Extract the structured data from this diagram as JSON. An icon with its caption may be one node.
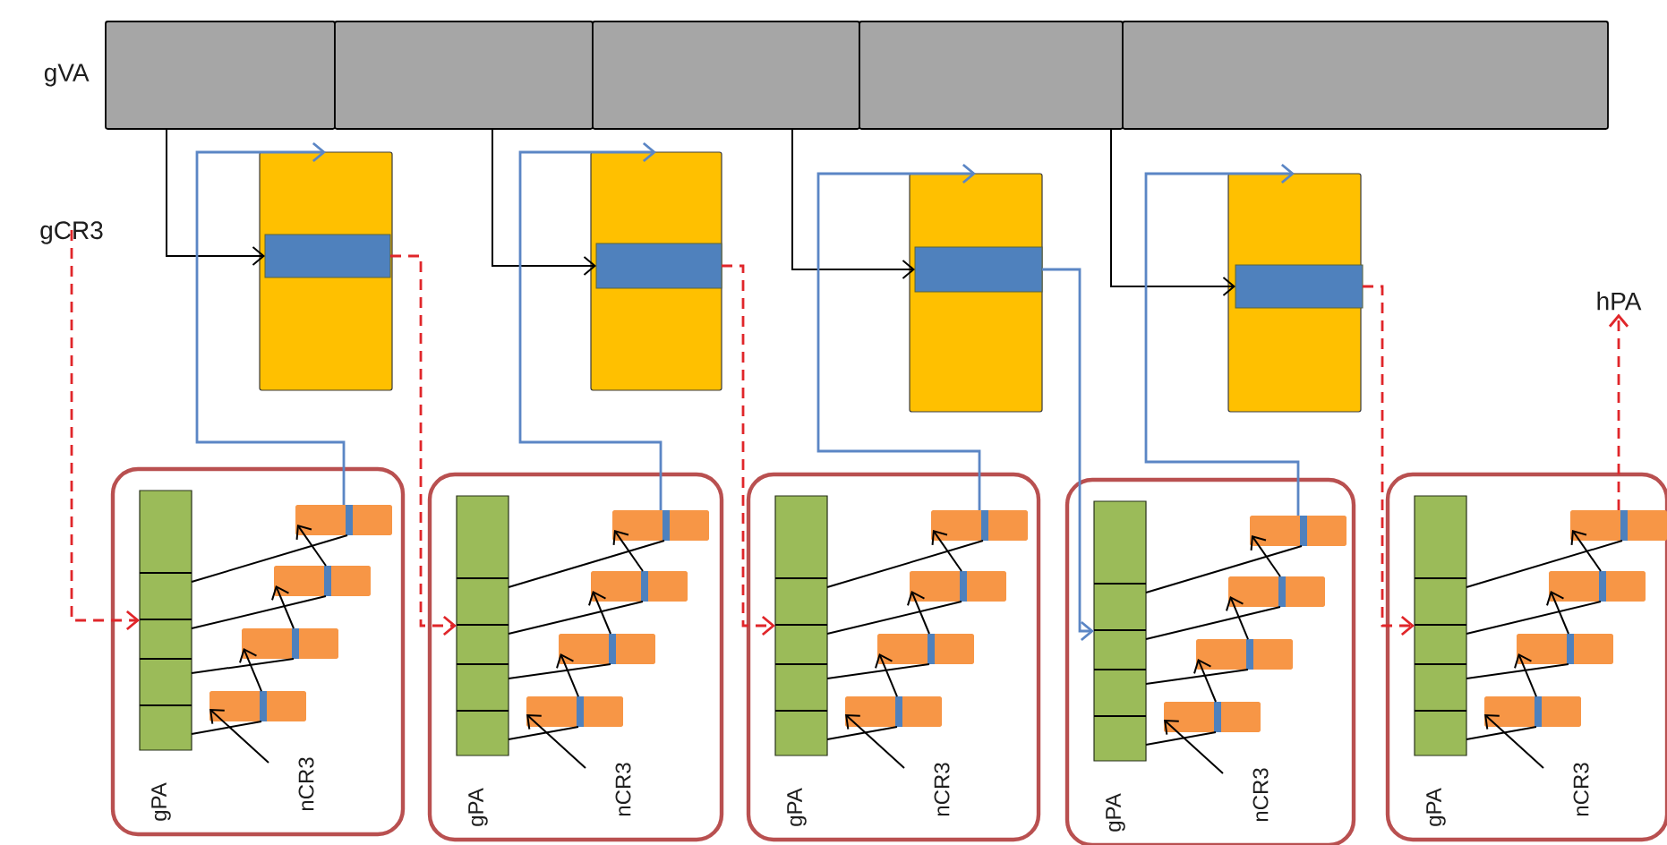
{
  "diagram": {
    "nodes": [
      {
        "text": [],
        "shape": "box",
        "beside": [
          "gVA"
        ]
      },
      {
        "text": [],
        "shape": "box"
      },
      {
        "text": [],
        "shape": "box"
      },
      {
        "text": [],
        "shape": "box"
      },
      {
        "text": [],
        "shape": "box"
      },
      {
        "text": [
          "gCR3"
        ]
      },
      {
        "text": [],
        "shape": "box"
      },
      {
        "text": [],
        "shape": "bar",
        "in": 6
      },
      {
        "text": [],
        "shape": "box"
      },
      {
        "text": [],
        "shape": "bar",
        "in": 8
      },
      {
        "text": [],
        "shape": "box"
      },
      {
        "text": [],
        "shape": "bar",
        "in": 10
      },
      {
        "text": [],
        "shape": "box"
      },
      {
        "text": [],
        "shape": "bar",
        "in": 12
      },
      {
        "text": [
          "hPA"
        ]
      },
      {
        "text": [
          "gPA",
          "nCR3"
        ]
      },
      {
        "text": [],
        "shape": "bar",
        "in": 15
      },
      {
        "text": [],
        "shape": "box",
        "in": 15
      },
      {
        "text": [],
        "shape": "box",
        "in": 15
      },
      {
        "text": [],
        "shape": "box",
        "in": 15
      },
      {
        "text": [],
        "shape": "box",
        "in": 15
      },
      {
        "text": [
          "gPA",
          "nCR3"
        ]
      },
      {
        "text": [],
        "shape": "bar",
        "in": 21
      },
      {
        "text": [],
        "shape": "box",
        "in": 21
      },
      {
        "text": [],
        "shape": "box",
        "in": 21
      },
      {
        "text": [],
        "shape": "box",
        "in": 21
      },
      {
        "text": [],
        "shape": "box",
        "in": 21
      },
      {
        "text": [
          "gPA",
          "nCR3"
        ]
      },
      {
        "text": [],
        "shape": "bar",
        "in": 27
      },
      {
        "text": [],
        "shape": "box",
        "in": 27
      },
      {
        "text": [],
        "shape": "box",
        "in": 27
      },
      {
        "text": [],
        "shape": "box",
        "in": 27
      },
      {
        "text": [],
        "shape": "box",
        "in": 27
      },
      {
        "text": [
          "gPA",
          "nCR3"
        ]
      },
      {
        "text": [],
        "shape": "bar",
        "in": 33
      },
      {
        "text": [],
        "shape": "box",
        "in": 33
      },
      {
        "text": [],
        "shape": "box",
        "in": 33
      },
      {
        "text": [],
        "shape": "box",
        "in": 33
      },
      {
        "text": [],
        "shape": "box",
        "in": 33
      },
      {
        "text": [
          "gPA",
          "nCR3"
        ]
      },
      {
        "text": [],
        "shape": "bar",
        "in": 39
      },
      {
        "text": [],
        "shape": "box",
        "in": 39
      },
      {
        "text": [],
        "shape": "box",
        "in": 39
      },
      {
        "text": [],
        "shape": "box",
        "in": 39
      },
      {
        "text": [],
        "shape": "box",
        "in": 39
      }
    ],
    "edges": [
      {
        "from": 0,
        "to": 7,
        "arrow": "to",
        "color": "#000000"
      },
      {
        "from": 1,
        "to": 9,
        "arrow": "to",
        "color": "#000000"
      },
      {
        "from": 2,
        "to": 11,
        "arrow": "to",
        "color": "#000000"
      },
      {
        "from": 3,
        "to": 13,
        "arrow": "to",
        "color": "#000000"
      },
      {
        "from": 17,
        "to": 6,
        "arrow": "to",
        "color": "#5b86c5"
      },
      {
        "from": 23,
        "to": 8,
        "arrow": "to",
        "color": "#5b86c5"
      },
      {
        "from": 29,
        "to": 10,
        "arrow": "to",
        "color": "#5b86c5"
      },
      {
        "from": 35,
        "to": 12,
        "arrow": "to",
        "color": "#5b86c5"
      },
      {
        "from": 11,
        "to": 34,
        "arrow": "to",
        "color": "#5b86c5"
      },
      {
        "from": 5,
        "to": 16,
        "arrow": "to",
        "style": "dashed",
        "color": "#e0262a"
      },
      {
        "from": 7,
        "to": 22,
        "arrow": "to",
        "style": "dashed",
        "color": "#e0262a"
      },
      {
        "from": 9,
        "to": 28,
        "arrow": "to",
        "style": "dashed",
        "color": "#e0262a"
      },
      {
        "from": 13,
        "to": 40,
        "arrow": "to",
        "style": "dashed",
        "color": "#e0262a"
      },
      {
        "from": 41,
        "to": 14,
        "arrow": "to",
        "style": "dashed",
        "color": "#e0262a"
      },
      {
        "from": 16,
        "to": 17,
        "arrow": "none",
        "color": "#000000"
      },
      {
        "from": 16,
        "to": 18,
        "arrow": "none",
        "color": "#000000"
      },
      {
        "from": 16,
        "to": 19,
        "arrow": "none",
        "color": "#000000"
      },
      {
        "from": 16,
        "to": 20,
        "arrow": "none",
        "color": "#000000"
      },
      {
        "from": 18,
        "to": 17,
        "arrow": "to",
        "color": "#000000"
      },
      {
        "from": 19,
        "to": 18,
        "arrow": "to",
        "color": "#000000"
      },
      {
        "from": 20,
        "to": 19,
        "arrow": "to",
        "color": "#000000"
      },
      {
        "from": null,
        "to": 20,
        "arrow": "to",
        "color": "#000000"
      },
      {
        "from": 22,
        "to": 23,
        "arrow": "none",
        "color": "#000000"
      },
      {
        "from": 22,
        "to": 24,
        "arrow": "none",
        "color": "#000000"
      },
      {
        "from": 22,
        "to": 25,
        "arrow": "none",
        "color": "#000000"
      },
      {
        "from": 22,
        "to": 26,
        "arrow": "none",
        "color": "#000000"
      },
      {
        "from": 24,
        "to": 23,
        "arrow": "to",
        "color": "#000000"
      },
      {
        "from": 25,
        "to": 24,
        "arrow": "to",
        "color": "#000000"
      },
      {
        "from": 26,
        "to": 25,
        "arrow": "to",
        "color": "#000000"
      },
      {
        "from": null,
        "to": 26,
        "arrow": "to",
        "color": "#000000"
      },
      {
        "from": 28,
        "to": 29,
        "arrow": "none",
        "color": "#000000"
      },
      {
        "from": 28,
        "to": 30,
        "arrow": "none",
        "color": "#000000"
      },
      {
        "from": 28,
        "to": 31,
        "arrow": "none",
        "color": "#000000"
      },
      {
        "from": 28,
        "to": 32,
        "arrow": "none",
        "color": "#000000"
      },
      {
        "from": 30,
        "to": 29,
        "arrow": "to",
        "color": "#000000"
      },
      {
        "from": 31,
        "to": 30,
        "arrow": "to",
        "color": "#000000"
      },
      {
        "from": 32,
        "to": 31,
        "arrow": "to",
        "color": "#000000"
      },
      {
        "from": null,
        "to": 32,
        "arrow": "to",
        "color": "#000000"
      },
      {
        "from": 34,
        "to": 35,
        "arrow": "none",
        "color": "#000000"
      },
      {
        "from": 34,
        "to": 36,
        "arrow": "none",
        "color": "#000000"
      },
      {
        "from": 34,
        "to": 37,
        "arrow": "none",
        "color": "#000000"
      },
      {
        "from": 34,
        "to": 38,
        "arrow": "none",
        "color": "#000000"
      },
      {
        "from": 36,
        "to": 35,
        "arrow": "to",
        "color": "#000000"
      },
      {
        "from": 37,
        "to": 36,
        "arrow": "to",
        "color": "#000000"
      },
      {
        "from": 38,
        "to": 37,
        "arrow": "to",
        "color": "#000000"
      },
      {
        "from": null,
        "to": 38,
        "arrow": "to",
        "color": "#000000"
      },
      {
        "from": 40,
        "to": 41,
        "arrow": "none",
        "color": "#000000"
      },
      {
        "from": 40,
        "to": 42,
        "arrow": "none",
        "color": "#000000"
      },
      {
        "from": 40,
        "to": 43,
        "arrow": "none",
        "color": "#000000"
      },
      {
        "from": 40,
        "to": 44,
        "arrow": "none",
        "color": "#000000"
      },
      {
        "from": 42,
        "to": 41,
        "arrow": "to",
        "color": "#000000"
      },
      {
        "from": 43,
        "to": 42,
        "arrow": "to",
        "color": "#000000"
      },
      {
        "from": 44,
        "to": 43,
        "arrow": "to",
        "color": "#000000"
      },
      {
        "from": null,
        "to": 44,
        "arrow": "to",
        "color": "#000000"
      }
    ]
  }
}
